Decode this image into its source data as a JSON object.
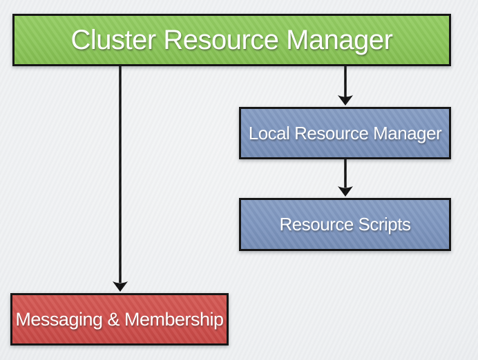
{
  "diagram": {
    "nodes": [
      {
        "id": "cluster-resource-manager",
        "label": "Cluster Resource Manager",
        "color": "#8cc75b"
      },
      {
        "id": "local-resource-manager",
        "label": "Local Resource Manager",
        "color": "#7e96bf"
      },
      {
        "id": "resource-scripts",
        "label": "Resource Scripts",
        "color": "#7e96bf"
      },
      {
        "id": "messaging-membership",
        "label": "Messaging & Membership",
        "color": "#cf504d"
      }
    ],
    "edges": [
      {
        "from": "cluster-resource-manager",
        "to": "messaging-membership"
      },
      {
        "from": "cluster-resource-manager",
        "to": "local-resource-manager"
      },
      {
        "from": "local-resource-manager",
        "to": "resource-scripts"
      }
    ],
    "colors": {
      "background": "#f0f1f3",
      "node_border": "#161616",
      "label_text": "#ffffff",
      "arrow": "#0d0d0d"
    }
  }
}
